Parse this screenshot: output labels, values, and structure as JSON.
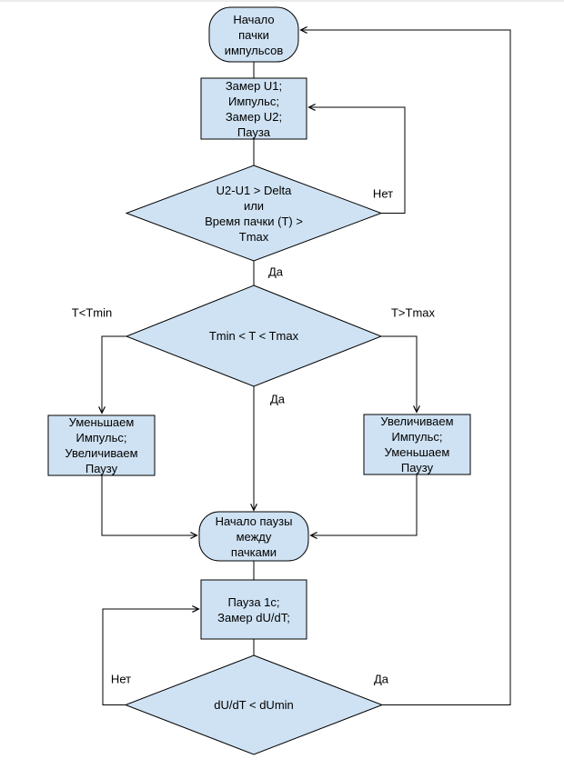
{
  "diagram": {
    "colors": {
      "shape_fill": "#cfe2f3",
      "shape_border": "#000000",
      "line_color": "#000000",
      "text_color": "#000000"
    },
    "nodes": {
      "start": {
        "label": "Начало\nпачки\nимпульсов"
      },
      "measure": {
        "label": "Замер U1;\nИмпульс;\nЗамер U2;\nПауза"
      },
      "decision_delta": {
        "label": "U2-U1 > Delta\nили\nВремя пачки (T) >\nTmax"
      },
      "decision_window": {
        "label": "Tmin < T < Tmax"
      },
      "decrease_pulse": {
        "label": "Уменьшаем\nИмпульс;\nУвеличиваем\nПаузу"
      },
      "increase_pulse": {
        "label": "Увеличиваем\nИмпульс;\nУменьшаем\nПаузу"
      },
      "pause_start": {
        "label": "Начало паузы\nмежду\nпачками"
      },
      "pause_measure": {
        "label": "Пауза 1с;\nЗамер dU/dT;"
      },
      "decision_du": {
        "label": "dU/dT < dUmin"
      }
    },
    "edge_labels": {
      "no_top": "Нет",
      "yes_top": "Да",
      "t_less": "T<Tmin",
      "t_greater": "T>Tmax",
      "yes_mid": "Да",
      "no_bottom": "Нет",
      "yes_bottom": "Да"
    }
  }
}
